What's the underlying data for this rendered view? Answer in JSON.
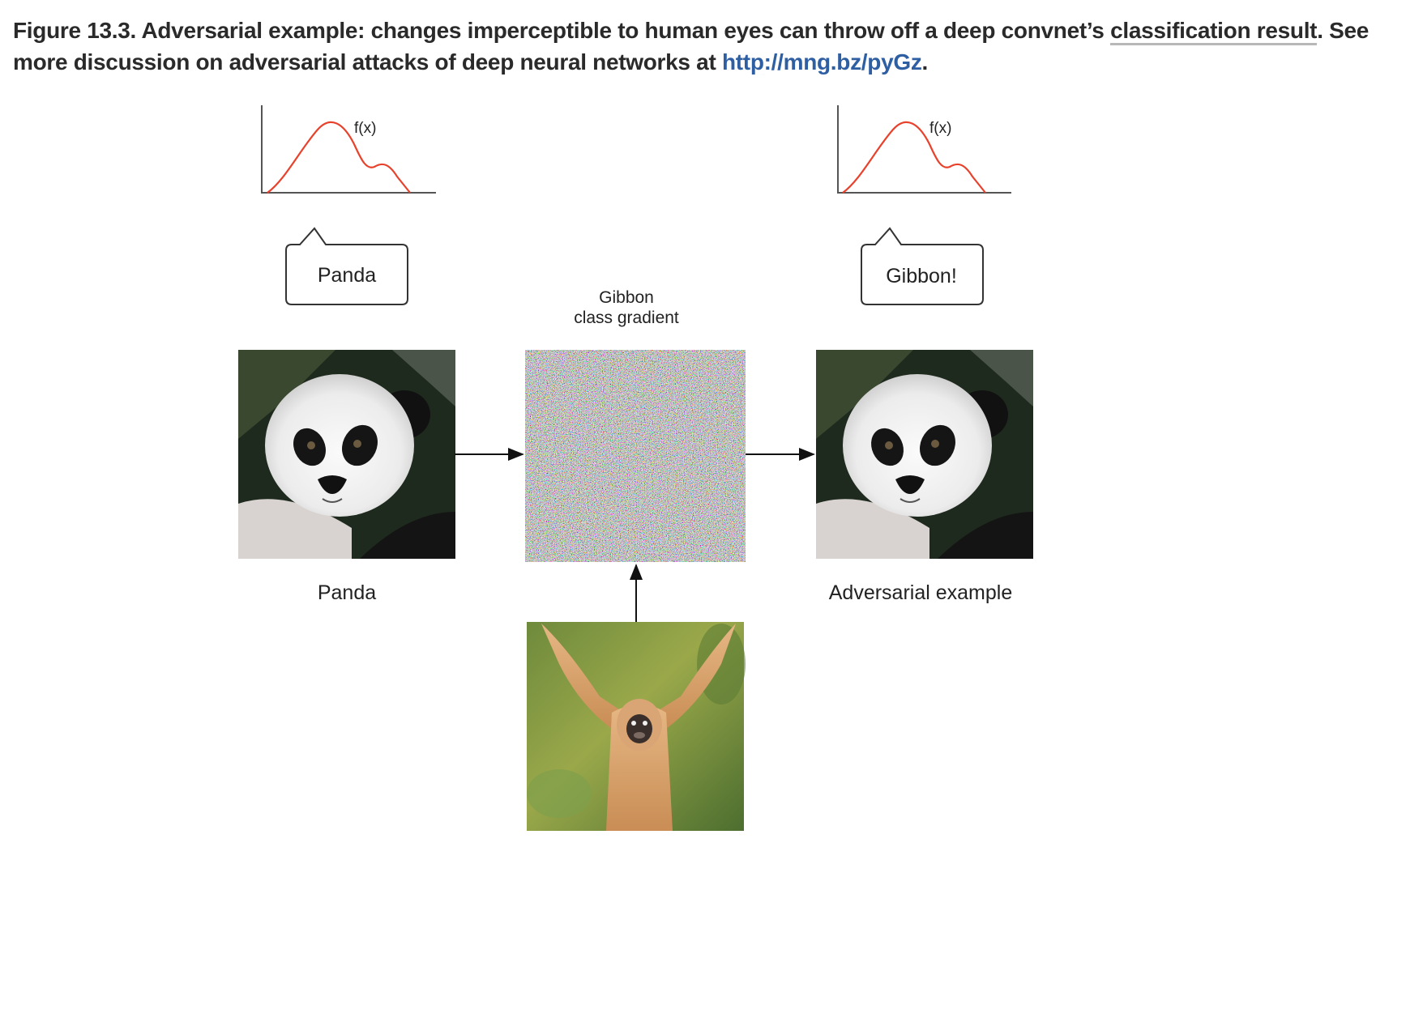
{
  "caption": {
    "prefix": "Figure 13.3. Adversarial example: changes imperceptible to human eyes can throw off a deep convnet’s ",
    "underlined": "classification result",
    "middle": ". See more discussion on adversarial attacks of deep neural networks at ",
    "link": "http://mng.bz/pyGz",
    "suffix": "."
  },
  "diagram": {
    "left_plot_label": "f(x)",
    "right_plot_label": "f(x)",
    "left_bubble": "Panda",
    "right_bubble": "Gibbon!",
    "gradient_label_line1": "Gibbon",
    "gradient_label_line2": "class gradient",
    "left_image_label": "Panda",
    "right_image_label": "Adversarial example"
  },
  "images": {
    "left": "panda photo",
    "middle": "gibbon class gradient noise",
    "right": "adversarial panda photo",
    "bottom": "gibbon photo"
  },
  "colors": {
    "curve": "#e8412c",
    "link": "#2f5fa3"
  }
}
